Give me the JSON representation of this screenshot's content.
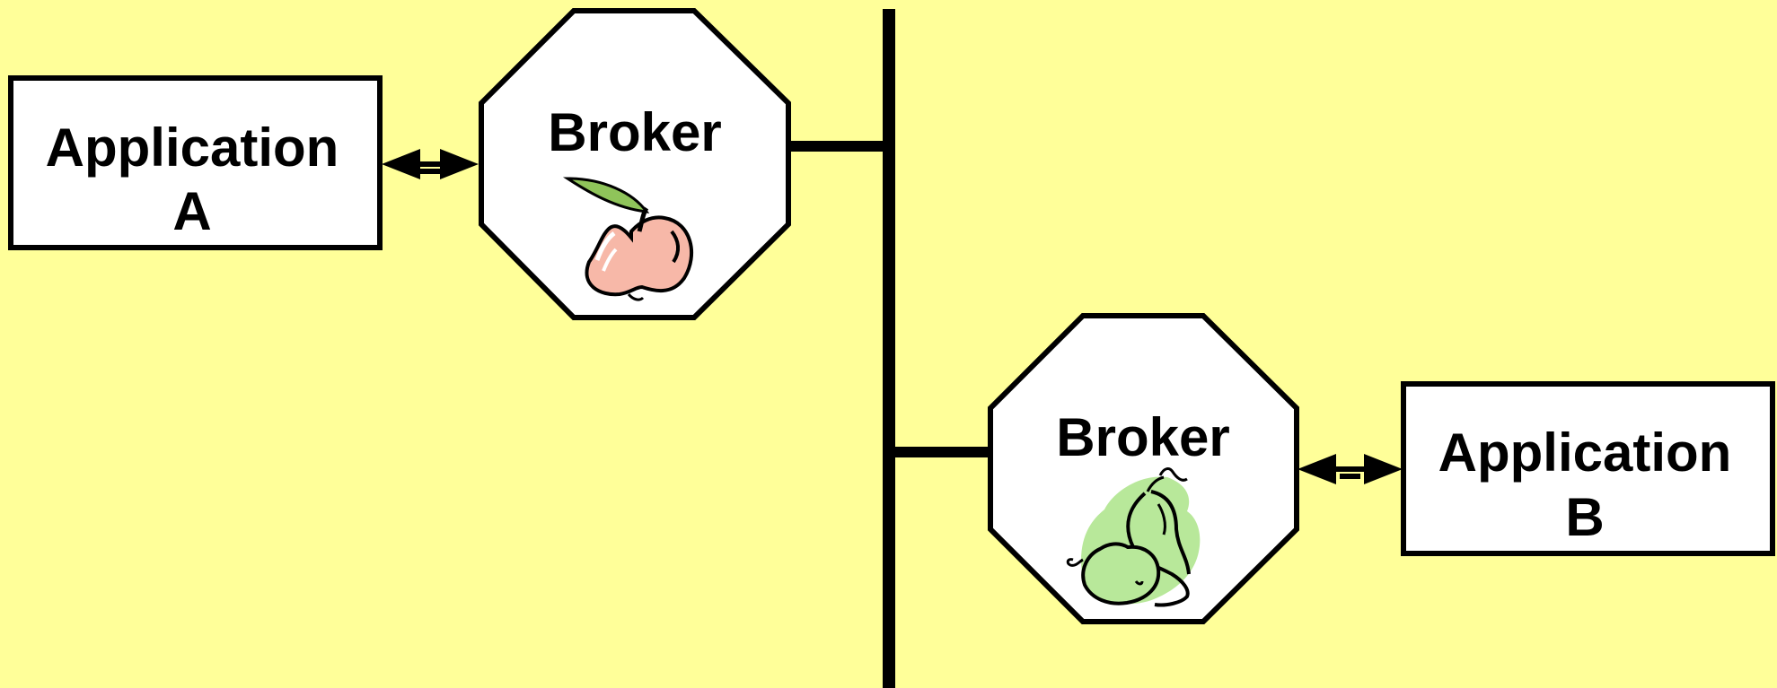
{
  "colors": {
    "background": "#FFFF99",
    "box_fill": "#FFFFFF",
    "stroke": "#000000",
    "apple_fill": "#F7B8A8",
    "apple_leaf": "#8FC45A",
    "pear_fill": "#B8E89A"
  },
  "diagram": {
    "app_a": {
      "line1": "Application",
      "line2": "A"
    },
    "broker_a": {
      "label": "Broker",
      "icon": "apple-icon"
    },
    "broker_b": {
      "label": "Broker",
      "icon": "pear-icon"
    },
    "app_b": {
      "line1": "Application",
      "line2": "B"
    }
  }
}
